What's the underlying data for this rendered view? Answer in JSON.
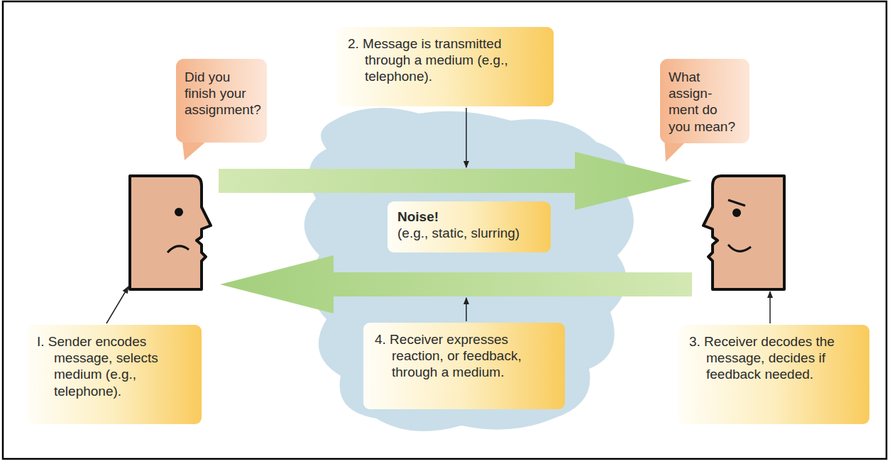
{
  "diagram": {
    "nodes": [
      {
        "text": [
          "Did you finish your assignment?"
        ]
      },
      {
        "text": [
          "2. Message is transmitted through a medium (e.g., telephone)."
        ]
      },
      {
        "text": [
          "What assign- ment do you mean?"
        ]
      },
      {
        "text": [
          "Noise!",
          "(e.g., static, slurring)"
        ]
      },
      {
        "text": [
          "I. Sender encodes message, selects medium (e.g., telephone)."
        ]
      },
      {
        "text": [
          "4. Receiver expresses reaction, or feedback, through a medium."
        ]
      },
      {
        "text": [
          "3. Receiver decodes the message, decides if feedback needed."
        ]
      }
    ]
  }
}
